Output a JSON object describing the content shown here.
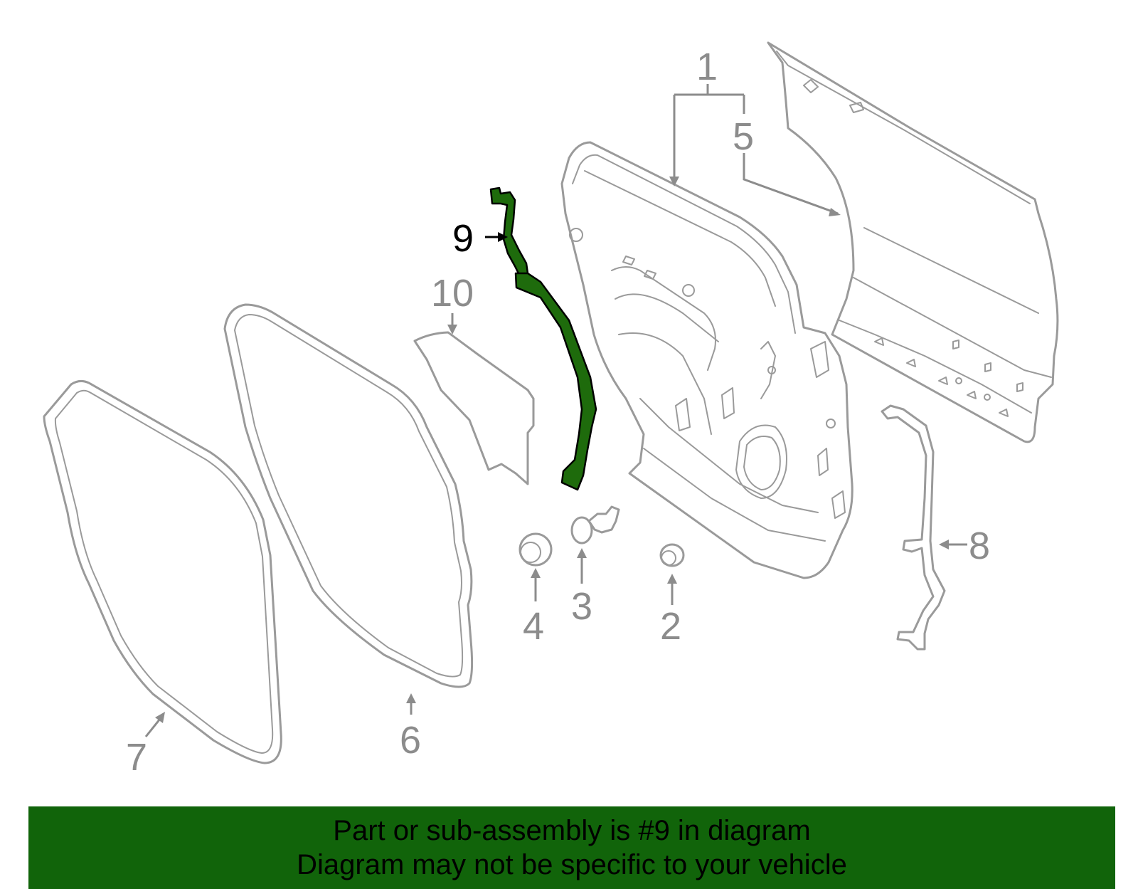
{
  "callouts": {
    "c1": "1",
    "c2": "2",
    "c3": "3",
    "c4": "4",
    "c5": "5",
    "c6": "6",
    "c7": "7",
    "c8": "8",
    "c9": "9",
    "c10": "10"
  },
  "highlighted_part": "9",
  "colors": {
    "highlight": "#1e6b0c",
    "banner": "#11640a",
    "outline": "#9a9a9a"
  },
  "banner": {
    "line1": "Part or sub-assembly is #9 in diagram",
    "line2": "Diagram may not be specific to your vehicle"
  }
}
